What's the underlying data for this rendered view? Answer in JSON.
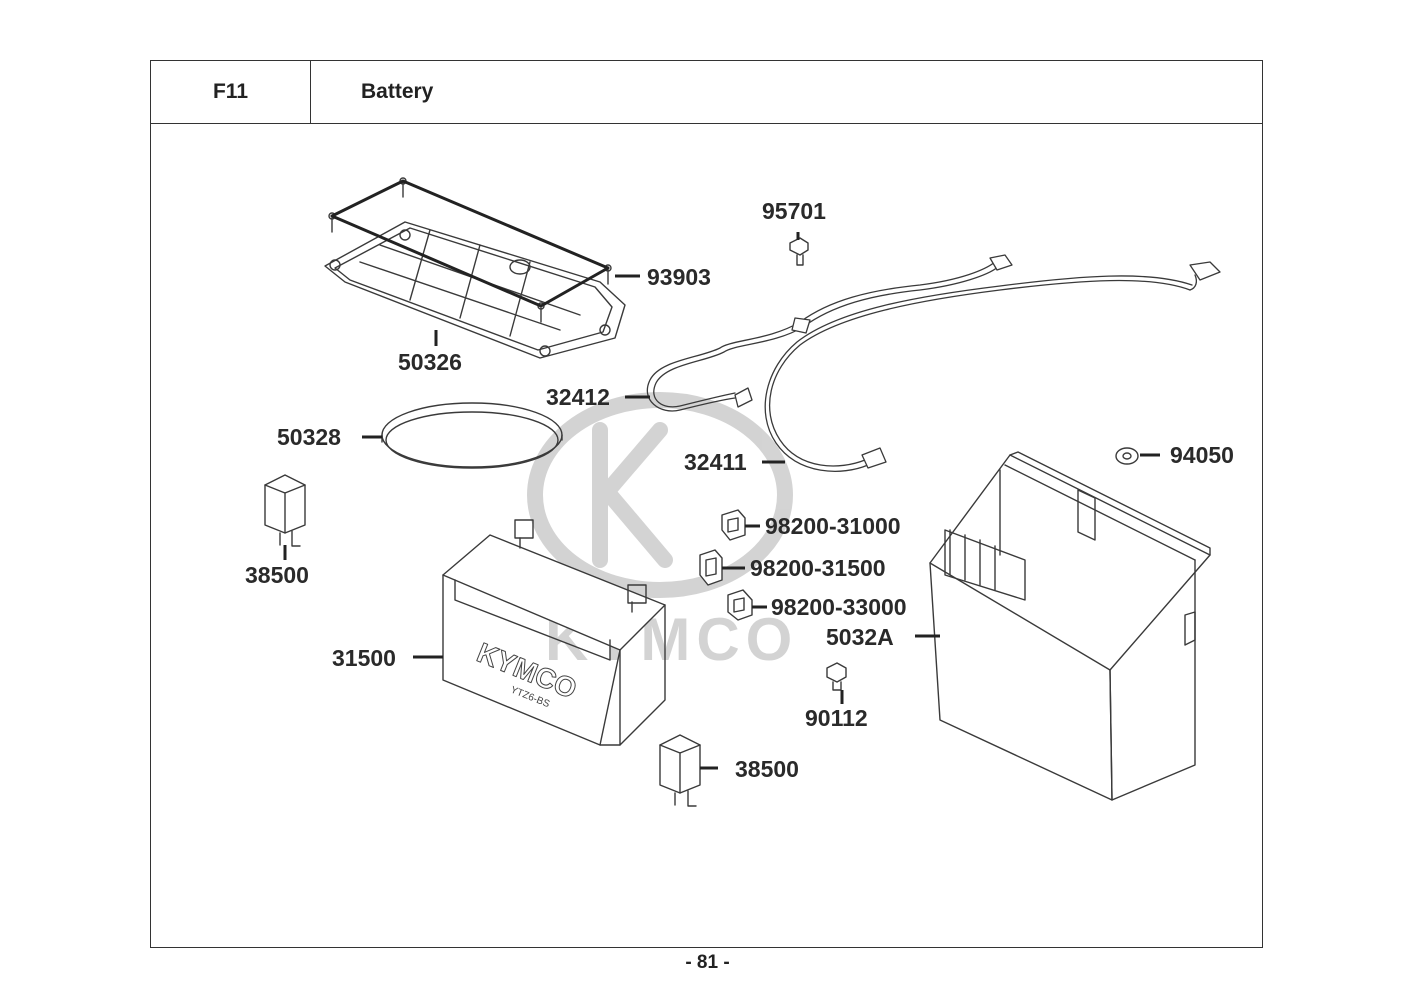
{
  "header": {
    "section_code": "F11",
    "section_title": "Battery"
  },
  "callouts": {
    "c95701": "95701",
    "c93903": "93903",
    "c50326": "50326",
    "c32412": "32412",
    "c50328": "50328",
    "c32411": "32411",
    "c94050": "94050",
    "c98200_31000": "98200-31000",
    "c38500_a": "38500",
    "c98200_31500": "98200-31500",
    "c98200_33000": "98200-33000",
    "c5032A": "5032A",
    "c31500": "31500",
    "c90112": "90112",
    "c38500_b": "38500"
  },
  "watermark": {
    "brand": "KYMCO"
  },
  "battery_labels": {
    "brand": "KYMCO",
    "model": "YTZ6-BS"
  },
  "footer": {
    "page_number": "- 81 -"
  }
}
